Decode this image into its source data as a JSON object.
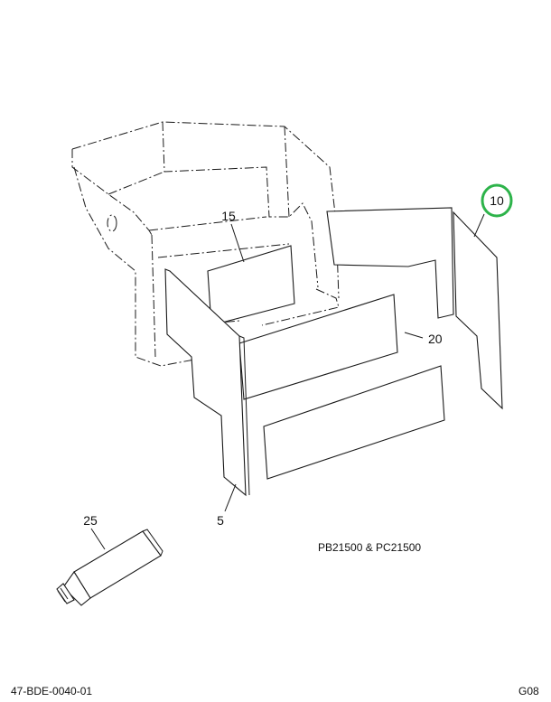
{
  "callouts": {
    "c5": "5",
    "c10": "10",
    "c15": "15",
    "c20": "20",
    "c25": "25"
  },
  "highlight_color": "#2db34a",
  "model_note": "PB21500 & PC21500",
  "footer": {
    "part_number": "47-BDE-0040-01",
    "sheet": "G08"
  }
}
